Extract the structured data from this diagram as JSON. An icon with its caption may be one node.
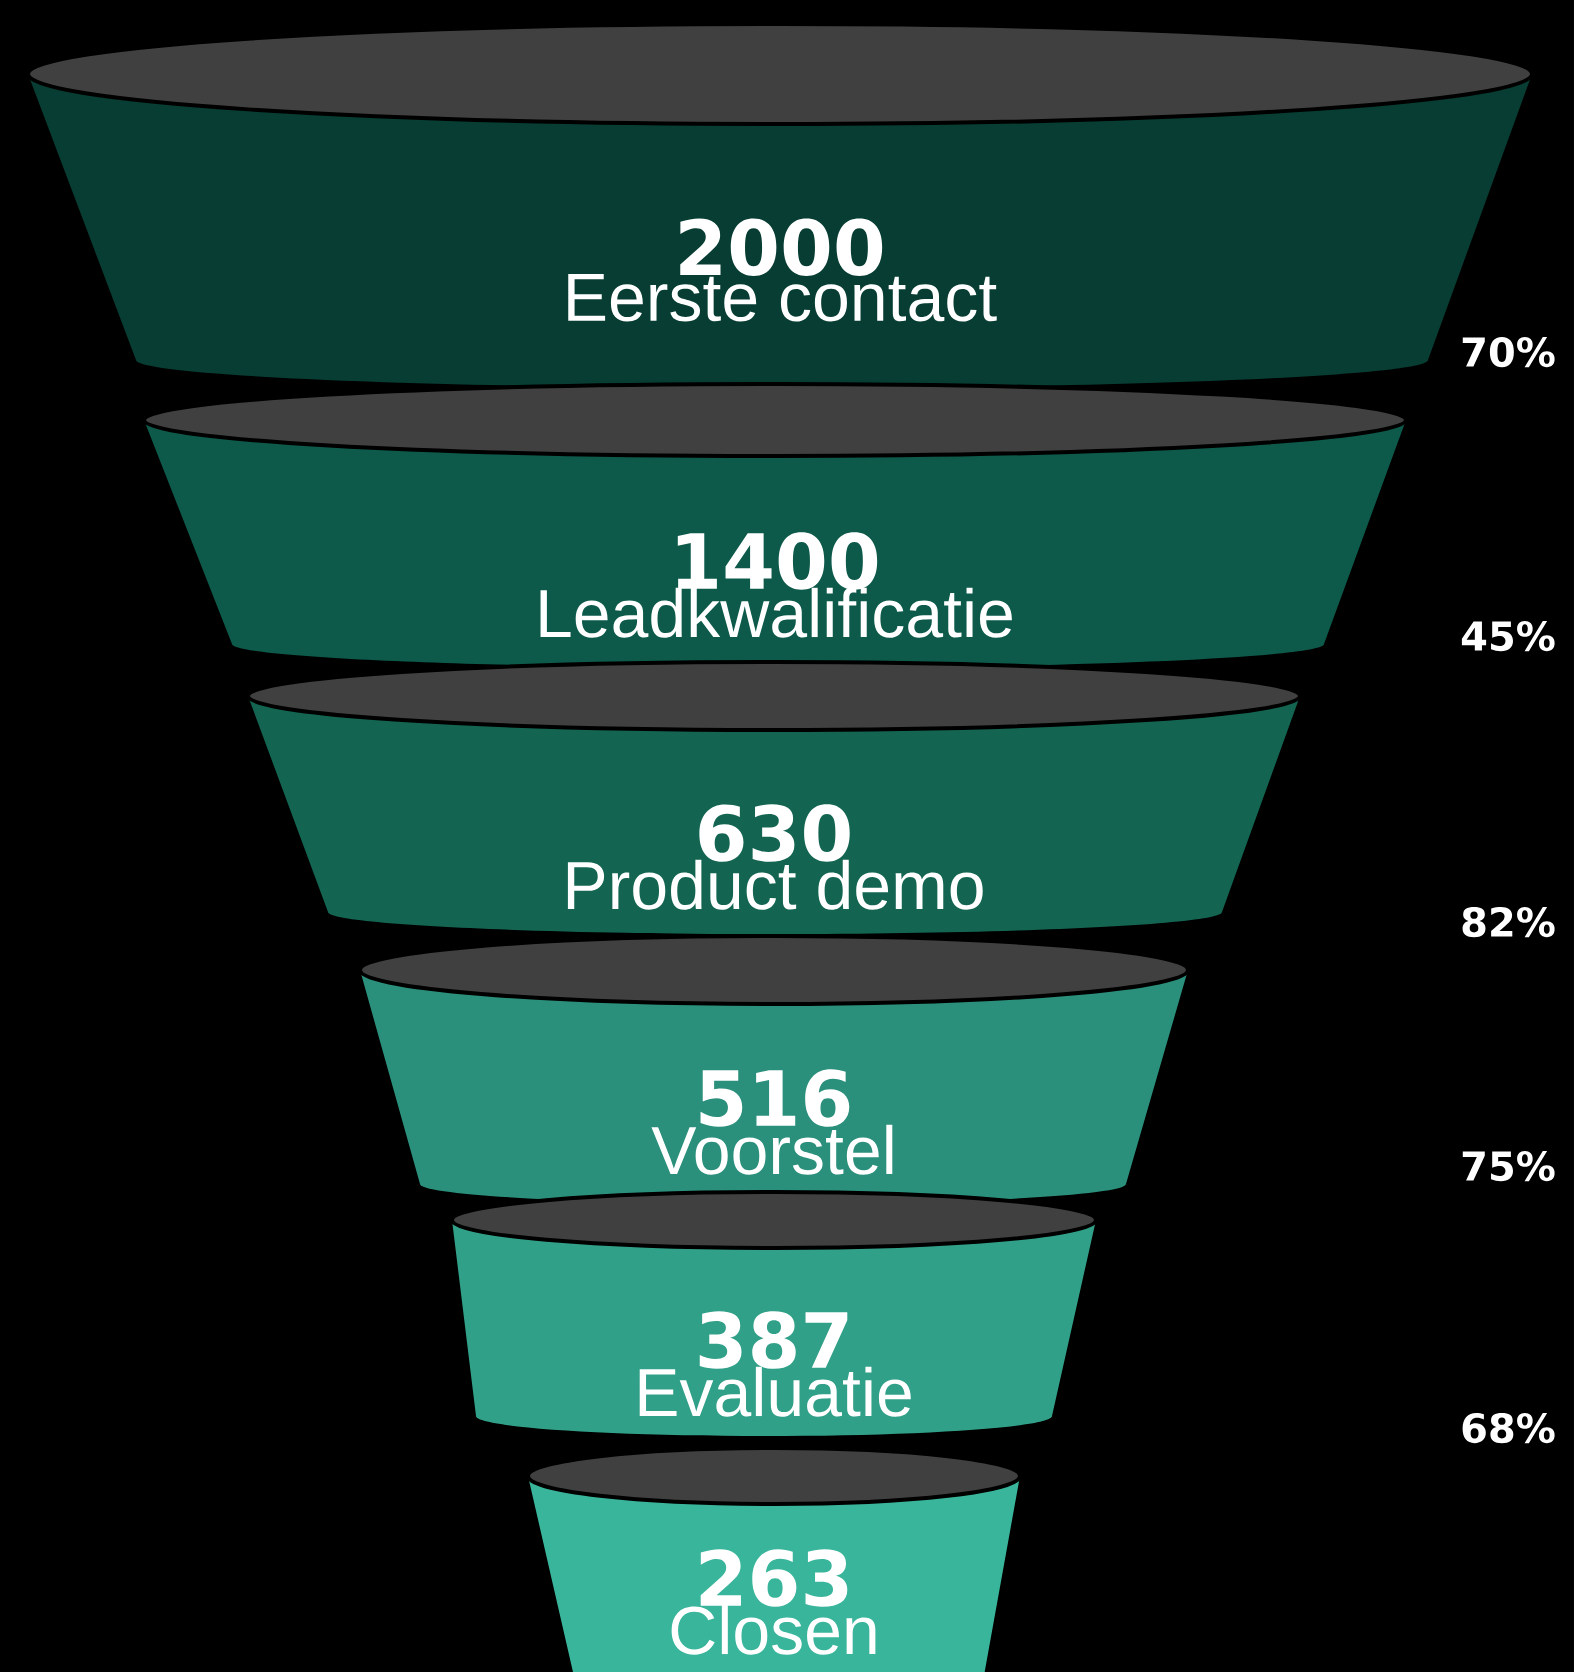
{
  "diagram": {
    "nodes": [
      {
        "text": [
          "2000",
          "Eerste contact"
        ]
      },
      {
        "text": [
          "1400",
          "Leadkwalificatie"
        ]
      },
      {
        "text": [
          "630",
          "Product demo"
        ]
      },
      {
        "text": [
          "516",
          "Voorstel"
        ]
      },
      {
        "text": [
          "387",
          "Evaluatie"
        ]
      },
      {
        "text": [
          "263",
          "Closen"
        ]
      }
    ],
    "labels": [
      "70%",
      "45%",
      "82%",
      "75%",
      "68%"
    ]
  }
}
